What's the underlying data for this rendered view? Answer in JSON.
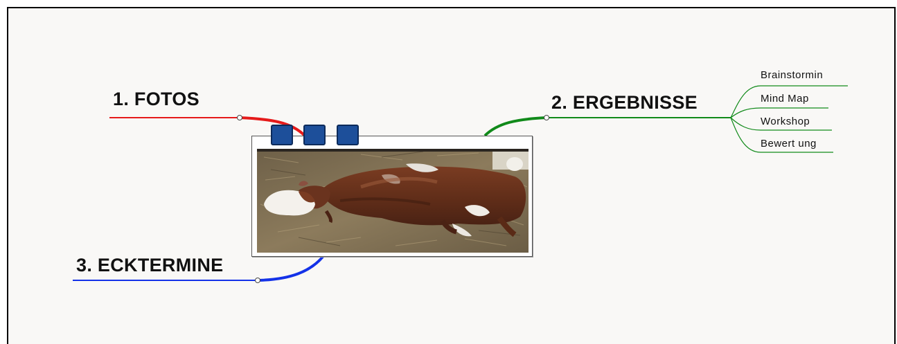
{
  "map": {
    "branches": [
      {
        "id": "fotos",
        "label": "1. FOTOS",
        "color": "#e51a1a"
      },
      {
        "id": "ergebnisse",
        "label": "2. ERGEBNISSE",
        "color": "#118a1a",
        "children": [
          "Brainstormin",
          "Mind Map",
          "Workshop",
          "Bewert ung"
        ]
      },
      {
        "id": "ecktermine",
        "label": "3. ECKTERMINE",
        "color": "#1432e8"
      }
    ],
    "central_topic": {
      "image": "cow-photo",
      "tabs": 3,
      "tab_color": "#1d4f9a"
    }
  }
}
